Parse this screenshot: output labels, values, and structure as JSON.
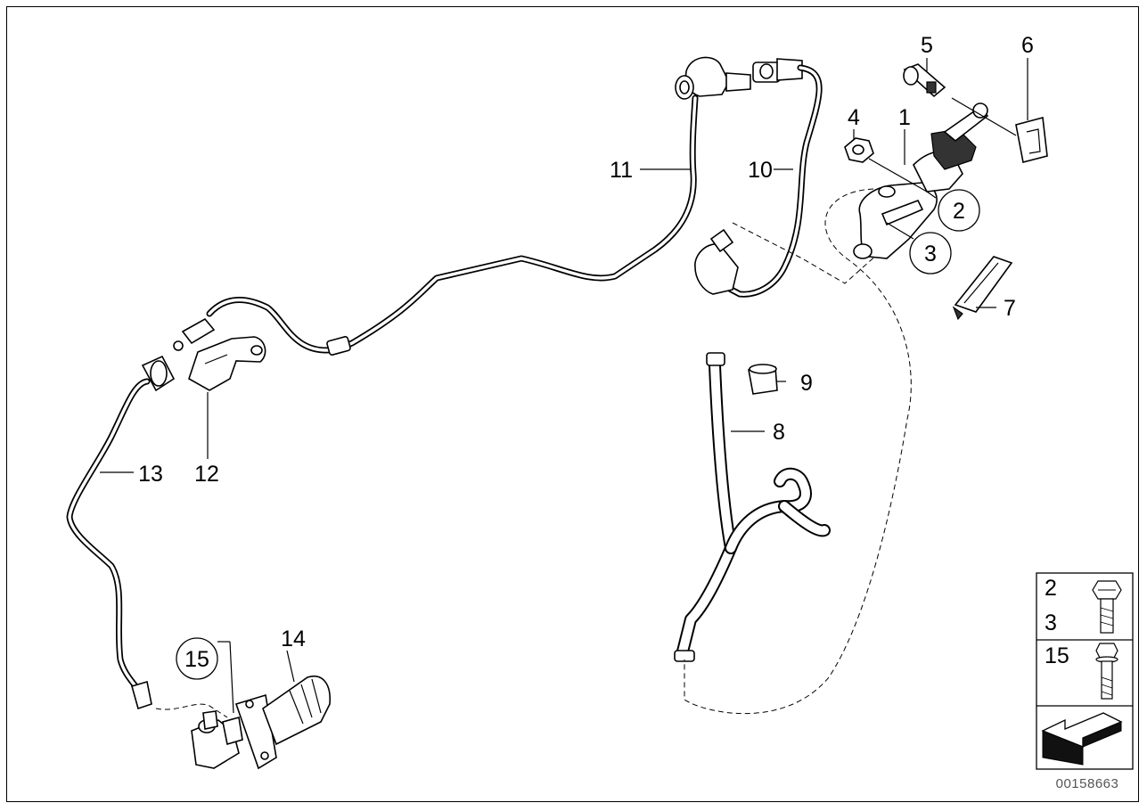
{
  "labels": {
    "p1": "1",
    "p2": "2",
    "p3": "3",
    "p4": "4",
    "p5": "5",
    "p6": "6",
    "p7": "7",
    "p8": "8",
    "p9": "9",
    "p10": "10",
    "p11": "11",
    "p12": "12",
    "p13": "13",
    "p14": "14",
    "p15": "15"
  },
  "legend": {
    "row1": "2",
    "row2": "3",
    "row3": "15"
  },
  "doc_number": "00158663"
}
